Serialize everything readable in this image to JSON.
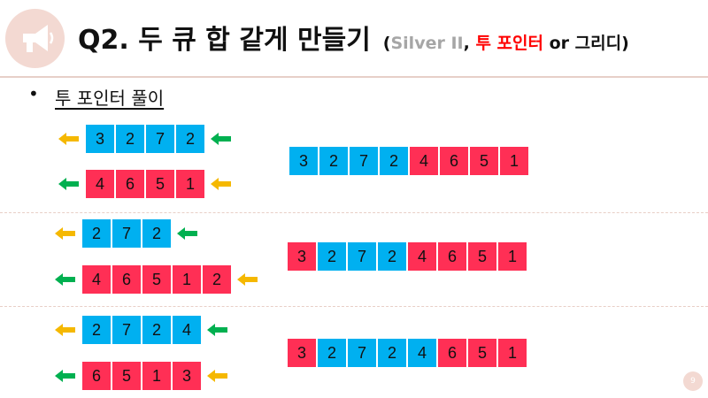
{
  "header": {
    "title": "Q2. 두 큐 합 같게 만들기",
    "sub_open": "(",
    "sub_level": "Silver II",
    "sub_comma": ", ",
    "sub_twopointer": "투 포인터",
    "sub_rest": " or 그리디)"
  },
  "bullet": {
    "mark": "•",
    "text": "투 포인터 풀이"
  },
  "colors": {
    "blue": "#00b0f0",
    "red": "#ff2f55",
    "arrow_yellow": "#f5b800",
    "arrow_green": "#00b050"
  },
  "rows": [
    {
      "q1": [
        "3",
        "2",
        "7",
        "2"
      ],
      "q2": [
        "4",
        "6",
        "5",
        "1"
      ],
      "merged": [
        [
          "3",
          "blue"
        ],
        [
          "2",
          "blue"
        ],
        [
          "7",
          "blue"
        ],
        [
          "2",
          "blue"
        ],
        [
          "4",
          "red"
        ],
        [
          "6",
          "red"
        ],
        [
          "5",
          "red"
        ],
        [
          "1",
          "red"
        ]
      ]
    },
    {
      "q1": [
        "2",
        "7",
        "2"
      ],
      "q2": [
        "4",
        "6",
        "5",
        "1",
        "2"
      ],
      "merged": [
        [
          "3",
          "red"
        ],
        [
          "2",
          "blue"
        ],
        [
          "7",
          "blue"
        ],
        [
          "2",
          "blue"
        ],
        [
          "4",
          "red"
        ],
        [
          "6",
          "red"
        ],
        [
          "5",
          "red"
        ],
        [
          "1",
          "red"
        ]
      ]
    },
    {
      "q1": [
        "2",
        "7",
        "2",
        "4"
      ],
      "q2": [
        "6",
        "5",
        "1",
        "3"
      ],
      "merged": [
        [
          "3",
          "red"
        ],
        [
          "2",
          "blue"
        ],
        [
          "7",
          "blue"
        ],
        [
          "2",
          "blue"
        ],
        [
          "4",
          "blue"
        ],
        [
          "6",
          "red"
        ],
        [
          "5",
          "red"
        ],
        [
          "1",
          "red"
        ]
      ]
    }
  ],
  "page_number": "9"
}
